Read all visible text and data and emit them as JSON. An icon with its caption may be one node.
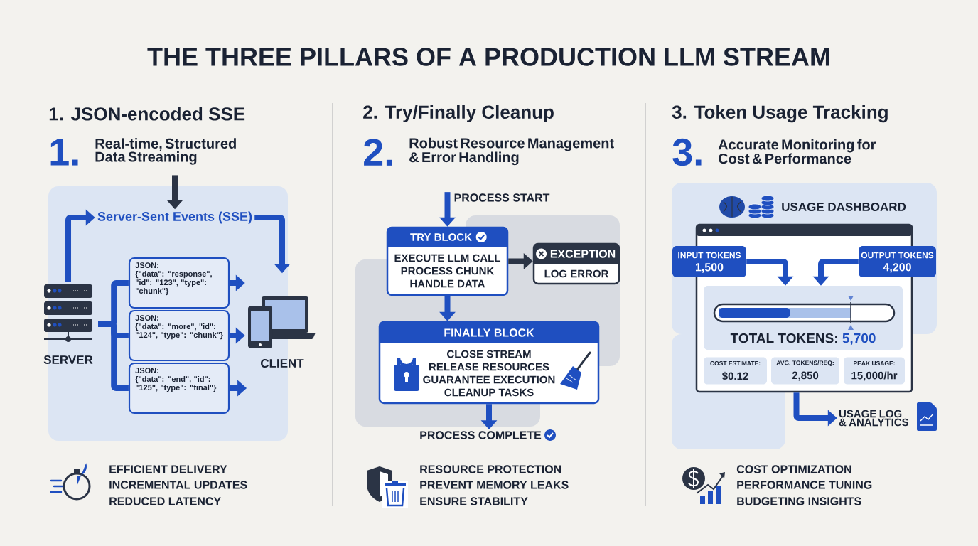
{
  "diagram": {
    "title": "THE THREE PILLARS OF A PRODUCTION LLM STREAM",
    "nodes": [
      {
        "text": [
          "Server-Sent Events (SSE)"
        ]
      },
      {
        "text": [
          "SERVER"
        ]
      },
      {
        "text": [
          "JSON:",
          "{\"data\": \"response\", \"id\": \"123\", \"type\": \"chunk\"}"
        ]
      },
      {
        "text": [
          "JSON:",
          "{\"data\": \"more\", \"id\": \"124\", \"type\": \"chunk\"}"
        ]
      },
      {
        "text": [
          "JSON:",
          "{\"data\": \"end\", \"id\": \"125\", \"type\": \"final\"}"
        ]
      },
      {
        "text": [
          "CLIENT"
        ]
      },
      {
        "text": [
          "PROCESS START"
        ]
      },
      {
        "text": [
          "TRY BLOCK",
          "EXECUTE LLM CALL",
          "PROCESS CHUNK",
          "HANDLE DATA"
        ]
      },
      {
        "text": [
          "EXCEPTION",
          "LOG ERROR"
        ]
      },
      {
        "text": [
          "FINALLY BLOCK",
          "CLOSE STREAM",
          "RELEASE RESOURCES",
          "GUARANTEE EXECUTION",
          "CLEANUP TASKS"
        ]
      },
      {
        "text": [
          "PROCESS COMPLETE"
        ]
      },
      {
        "text": [
          "USAGE DASHBOARD"
        ]
      },
      {
        "text": [
          "INPUT TOKENS",
          "1,500"
        ]
      },
      {
        "text": [
          "OUTPUT TOKENS",
          "4,200"
        ]
      },
      {
        "text": [
          "TOTAL TOKENS:",
          "5,700"
        ],
        "in": 11
      },
      {
        "text": [
          "COST ESTIMATE:",
          "$0.12"
        ],
        "in": 11
      },
      {
        "text": [
          "AVG. TOKENS/REQ:",
          "2,850"
        ],
        "in": 11
      },
      {
        "text": [
          "PEAK USAGE:",
          "15,000/hr"
        ],
        "in": 11
      },
      {
        "text": [
          "USAGE LOG & ANALYTICS"
        ]
      }
    ],
    "edges": [
      {
        "from": 1,
        "to": 0,
        "arrow": "to"
      },
      {
        "from": 0,
        "to": 5,
        "arrow": "to"
      },
      {
        "from": 1,
        "to": 2,
        "arrow": "none"
      },
      {
        "from": 1,
        "to": 3,
        "arrow": "none"
      },
      {
        "from": 1,
        "to": 4,
        "arrow": "none"
      },
      {
        "from": 2,
        "to": 5,
        "arrow": "to"
      },
      {
        "from": 3,
        "to": 5,
        "arrow": "to"
      },
      {
        "from": 4,
        "to": null,
        "arrow": "to"
      },
      {
        "from": null,
        "to": 0,
        "arrow": "to",
        "color": "#2b3445"
      },
      {
        "from": 6,
        "to": 7,
        "arrow": "to"
      },
      {
        "from": 7,
        "to": 8,
        "arrow": "to",
        "color": "#2b3445"
      },
      {
        "from": 7,
        "to": 9,
        "arrow": "to"
      },
      {
        "from": 9,
        "to": 10,
        "arrow": "to"
      },
      {
        "from": 12,
        "to": 14,
        "arrow": "to"
      },
      {
        "from": 13,
        "to": 14,
        "arrow": "to"
      },
      {
        "from": 11,
        "to": 18,
        "arrow": "to"
      }
    ],
    "labels": [
      "1. JSON-encoded SSE",
      "1.",
      "Real-time, Structured Data Streaming",
      "2. Try/Finally Cleanup",
      "2.",
      "Robust Resource Management & Error Handling",
      "3. Token Usage Tracking",
      "3.",
      "Accurate Monitoring for Cost & Performance",
      "EFFICIENT DELIVERY",
      "INCREMENTAL UPDATES",
      "REDUCED LATENCY",
      "RESOURCE PROTECTION",
      "PREVENT MEMORY LEAKS",
      "ENSURE STABILITY",
      "COST OPTIMIZATION",
      "PERFORMANCE TUNING",
      "BUDGETING INSIGHTS"
    ]
  }
}
